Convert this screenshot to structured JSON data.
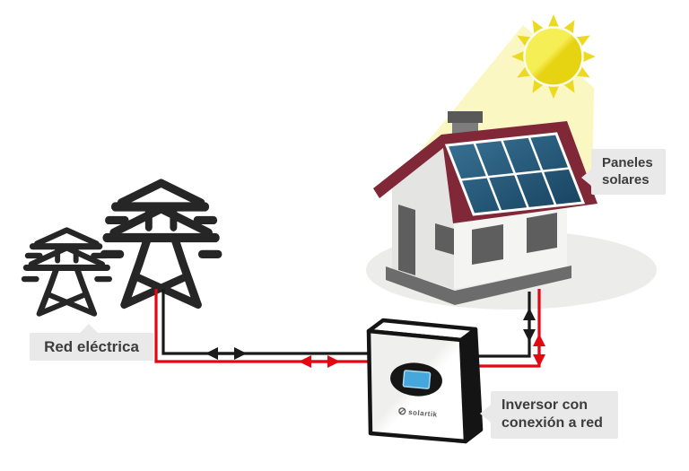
{
  "scene": {
    "description": "Grid-tied solar energy system diagram",
    "labels": {
      "grid": {
        "text": "Red eléctrica"
      },
      "panels": {
        "line1": "Paneles",
        "line2": "solares"
      },
      "inverter": {
        "line1": "Inversor con",
        "line2": "conexión a red"
      }
    },
    "device": {
      "brand": "solartik"
    },
    "icons": [
      "sun-icon",
      "light-beam",
      "transmission-tower-icon-small",
      "transmission-tower-icon-large",
      "house",
      "solar-panel-array",
      "inverter-box",
      "dc-wire-red",
      "ac-wire-black",
      "bidirectional-arrows"
    ],
    "colors": {
      "background": "#ffffff",
      "wire_red": "#e30613",
      "wire_black": "#1a1a1a",
      "tower": "#262626",
      "roof": "#802838",
      "wall_front": "#e4e4e2",
      "wall_side": "#f4f4f2",
      "openings": "#5e5e5e",
      "panel_blue_light": "#3a7396",
      "panel_blue_dark": "#16415e",
      "sun_light": "#f5ee55",
      "sun_dark": "#e6d312",
      "beam": "#fbf7c3",
      "label_bg": "#e9e9e9",
      "label_text": "#3c3c3c",
      "inverter_screen": "#46a7dd"
    }
  }
}
